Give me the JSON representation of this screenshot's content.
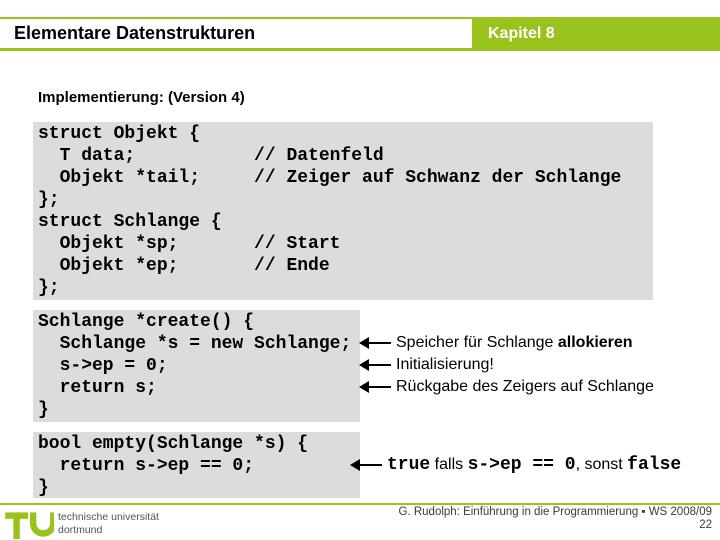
{
  "header": {
    "title": "Elementare Datenstrukturen",
    "chapter": "Kapitel 8"
  },
  "subtitle": "Implementierung: (Version 4)",
  "code_blocks": {
    "structs": "struct Objekt {\n  T data;           // Datenfeld\n  Objekt *tail;     // Zeiger auf Schwanz der Schlange\n};\nstruct Schlange {\n  Objekt *sp;       // Start\n  Objekt *ep;       // Ende\n};",
    "create": "Schlange *create() {\n  Schlange *s = new Schlange;\n  s->ep = 0;\n  return s;\n}",
    "empty": "bool empty(Schlange *s) {\n  return s->ep == 0;\n}"
  },
  "annotations": {
    "create": [
      {
        "prefix": "Speicher für Schlange ",
        "bold": "allokieren"
      },
      {
        "prefix": "Initialisierung!",
        "bold": ""
      },
      {
        "prefix": "Rückgabe des Zeigers auf Schlange",
        "bold": ""
      }
    ],
    "empty": {
      "seg1": "true",
      "seg2": " falls ",
      "seg3": "s->ep == 0",
      "seg4": ", sonst ",
      "seg5": "false"
    }
  },
  "footer": {
    "uni_line1": "technische universität",
    "uni_line2": "dortmund",
    "credit": "G. Rudolph: Einführung in die Programmierung ▪ WS 2008/09",
    "page": "22"
  },
  "colors": {
    "green": "#9ac21d",
    "code_bg": "#dcdcdc"
  }
}
